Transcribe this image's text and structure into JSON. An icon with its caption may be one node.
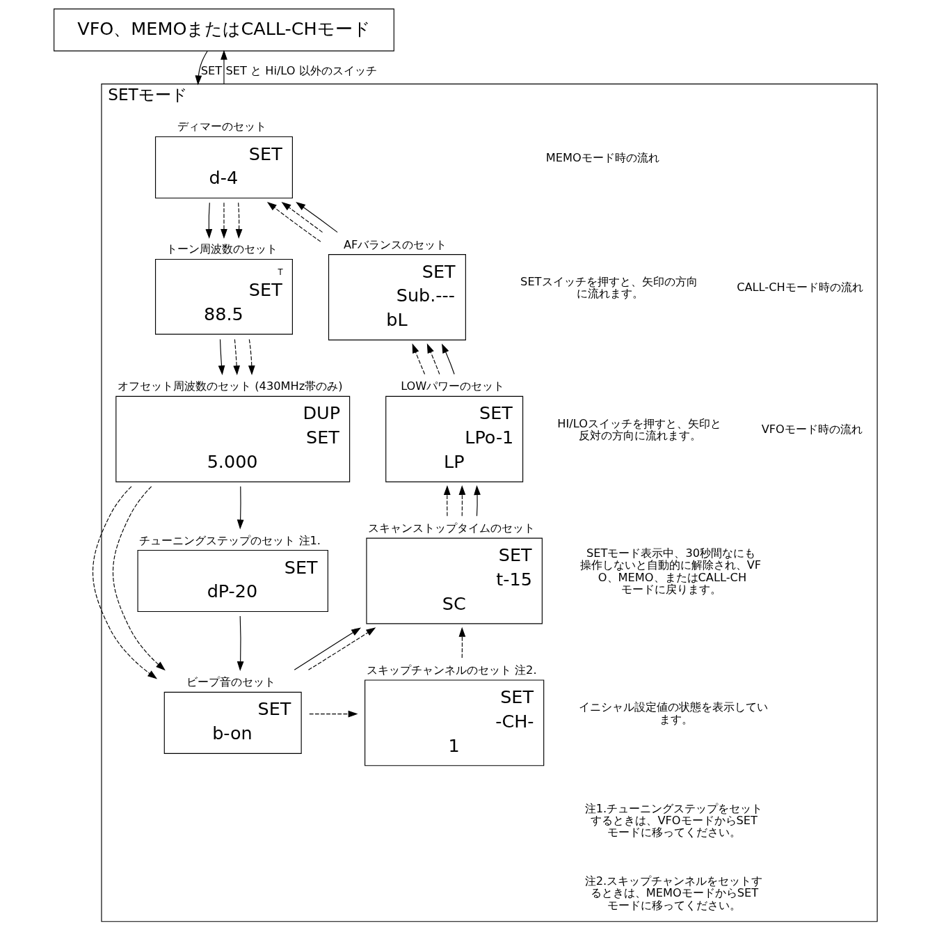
{
  "diagram": {
    "nodes": [
      {
        "text": [
          "VFO、MEMOまたはCALL-CHモード"
        ]
      },
      {
        "text": [
          "SETモード"
        ]
      },
      {
        "text": [
          "ディマーのセット",
          "SET",
          "d-4"
        ],
        "in": 1
      },
      {
        "text": [
          "AFバランスのセット",
          "SET",
          "Sub.---",
          "bL"
        ],
        "in": 1
      },
      {
        "text": [
          "LOWパワーのセット",
          "SET",
          "LPo-1",
          "LP"
        ],
        "in": 1
      },
      {
        "text": [
          "スキャンストップタイムのセット",
          "SET",
          "t-15",
          "SC"
        ],
        "in": 1
      },
      {
        "text": [
          "スキップチャンネルのセット 注2.",
          "SET",
          "-CH-",
          "1"
        ],
        "in": 1
      },
      {
        "text": [
          "トーン周波数のセット",
          "T",
          "SET",
          "88.5"
        ],
        "in": 1
      },
      {
        "text": [
          "オフセット周波数のセット (430MHz帯のみ)",
          "DUP",
          "SET",
          "5.000"
        ],
        "in": 1
      },
      {
        "text": [
          "チューニングステップのセット 注1.",
          "SET",
          "dP-20"
        ],
        "in": 1
      },
      {
        "text": [
          "ビープ音のセット",
          "SET",
          "b-on"
        ],
        "in": 1
      }
    ],
    "edges": [
      {
        "from": 0,
        "to": 1,
        "arrow": "to",
        "label": "SET"
      },
      {
        "from": 1,
        "to": 0,
        "arrow": "to",
        "label": "SET と Hi/LO 以外のスイッチ"
      },
      {
        "from": 3,
        "to": 2,
        "arrow": "to",
        "style": "dashed"
      },
      {
        "from": 3,
        "to": 2,
        "arrow": "to",
        "style": "dashed"
      },
      {
        "from": 3,
        "to": 2,
        "arrow": "to"
      },
      {
        "from": 2,
        "to": 7,
        "arrow": "to"
      },
      {
        "from": 2,
        "to": 7,
        "arrow": "to",
        "style": "dashed"
      },
      {
        "from": 2,
        "to": 7,
        "arrow": "to",
        "style": "dashed"
      },
      {
        "from": 7,
        "to": 8,
        "arrow": "to"
      },
      {
        "from": 7,
        "to": 8,
        "arrow": "to",
        "style": "dashed"
      },
      {
        "from": 7,
        "to": 8,
        "arrow": "to",
        "style": "dashed"
      },
      {
        "from": 8,
        "to": 9,
        "arrow": "to"
      },
      {
        "from": 8,
        "to": 10,
        "arrow": "to",
        "style": "dashed"
      },
      {
        "from": 8,
        "to": 10,
        "arrow": "to",
        "style": "dashed"
      },
      {
        "from": 9,
        "to": 10,
        "arrow": "to"
      },
      {
        "from": 10,
        "to": 5,
        "arrow": "to"
      },
      {
        "from": 10,
        "to": 5,
        "arrow": "to",
        "style": "dashed"
      },
      {
        "from": 10,
        "to": 6,
        "arrow": "to",
        "style": "dashed"
      },
      {
        "from": 6,
        "to": 5,
        "arrow": "to",
        "style": "dashed"
      },
      {
        "from": 5,
        "to": 4,
        "arrow": "to",
        "style": "dashed"
      },
      {
        "from": 5,
        "to": 4,
        "arrow": "to",
        "style": "dashed"
      },
      {
        "from": 5,
        "to": 4,
        "arrow": "to"
      },
      {
        "from": 4,
        "to": 3,
        "arrow": "to",
        "style": "dashed"
      },
      {
        "from": 4,
        "to": 3,
        "arrow": "to",
        "style": "dashed"
      },
      {
        "from": 4,
        "to": 3,
        "arrow": "to"
      }
    ],
    "labels": [
      "SETスイッチを押すと、矢印の方向に流れます。",
      "HI/LOスイッチを押すと、矢印と反対の方向に流れます。",
      "SETモード表示中、30秒間なにも操作しないと自動的に解除され、VFO、MEMO、またはCALL-CHモードに戻ります。",
      "イニシャル設定値の状態を表示しています。",
      "注1.チューニングステップをセットするときは、VFOモードからSETモードに移ってください。",
      "注2.スキップチャンネルをセットするときは、MEMOモードからSETモードに移ってください。"
    ],
    "legend": [
      {
        "text": "MEMOモード時の流れ"
      },
      {
        "text": "CALL-CHモード時の流れ"
      },
      {
        "text": "VFOモード時の流れ"
      }
    ]
  }
}
